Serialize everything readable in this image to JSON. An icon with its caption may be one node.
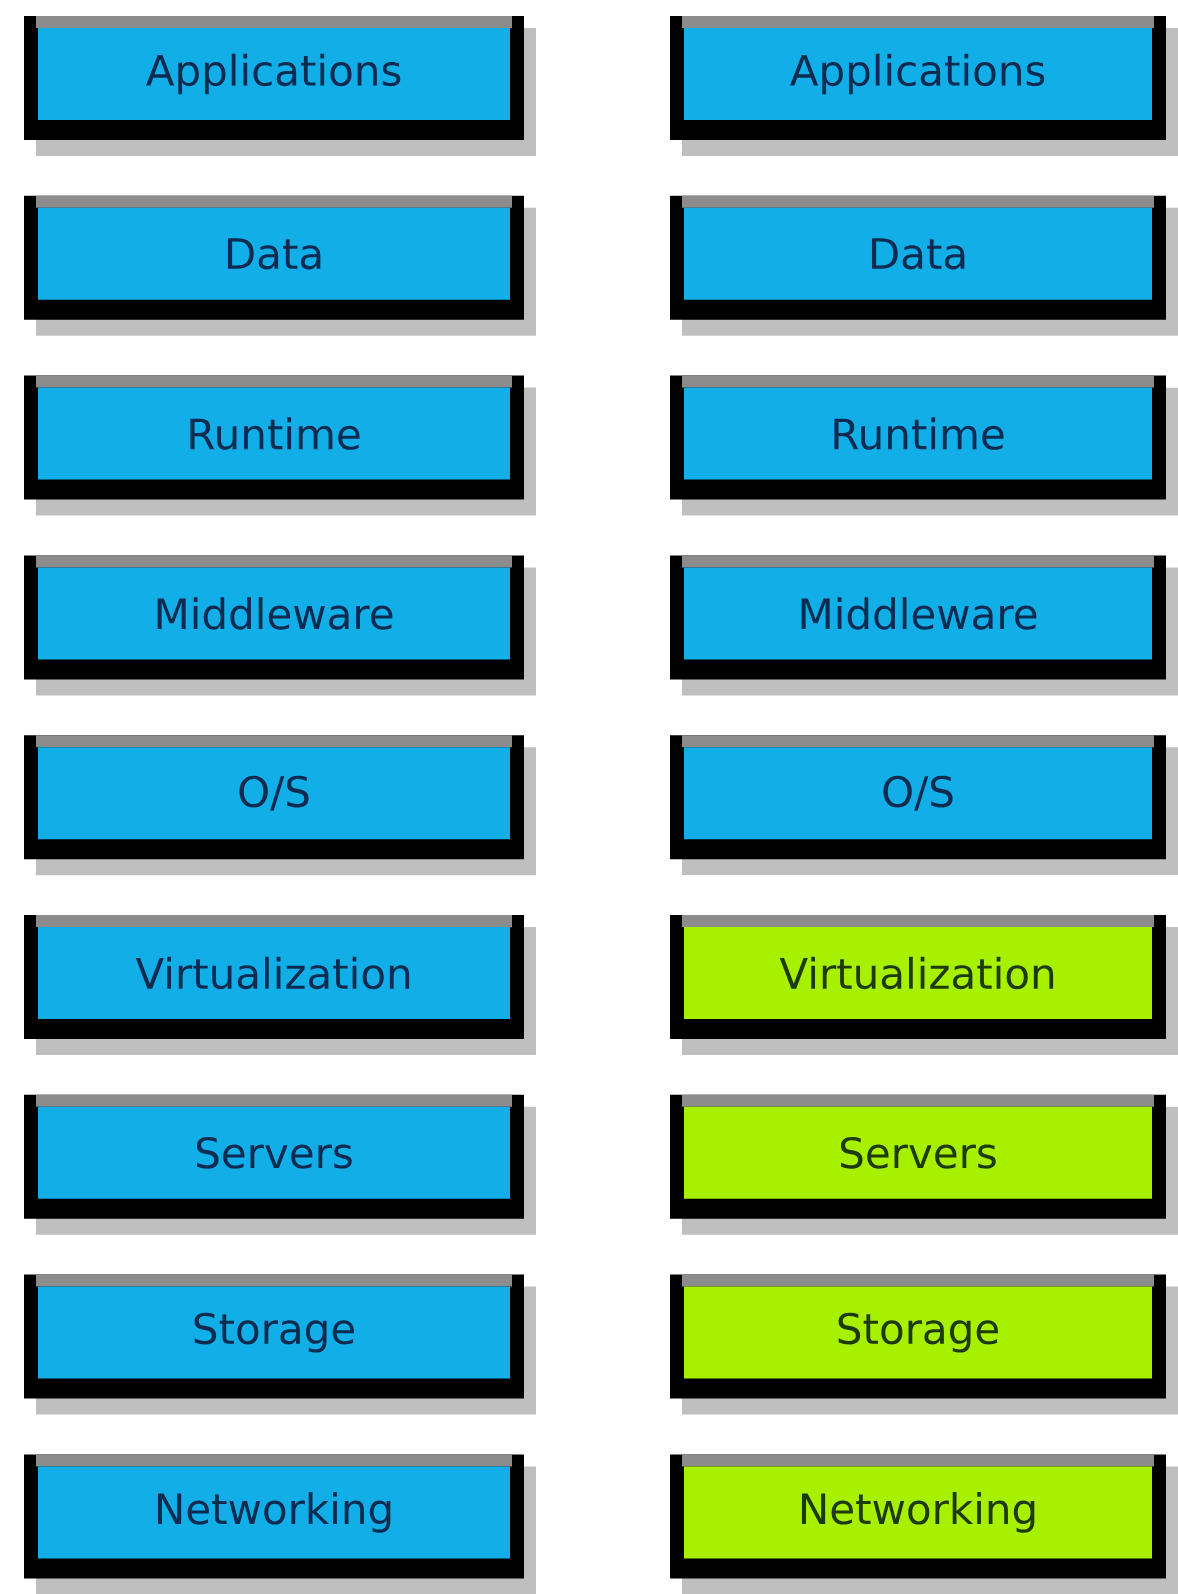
{
  "diagram": {
    "nodes": [
      {
        "text": [
          "Applications"
        ]
      },
      {
        "text": [
          "Applications"
        ]
      },
      {
        "text": [
          "Data"
        ]
      },
      {
        "text": [
          "Data"
        ]
      },
      {
        "text": [
          "Runtime"
        ]
      },
      {
        "text": [
          "Runtime"
        ]
      },
      {
        "text": [
          "Middleware"
        ]
      },
      {
        "text": [
          "Middleware"
        ]
      },
      {
        "text": [
          "O/S"
        ]
      },
      {
        "text": [
          "O/S"
        ]
      },
      {
        "text": [
          "Virtualization"
        ]
      },
      {
        "text": [
          "Virtualization"
        ]
      },
      {
        "text": [
          "Servers"
        ]
      },
      {
        "text": [
          "Servers"
        ]
      },
      {
        "text": [
          "Storage"
        ]
      },
      {
        "text": [
          "Storage"
        ]
      },
      {
        "text": [
          "Networking"
        ]
      },
      {
        "text": [
          "Networking"
        ]
      }
    ]
  }
}
